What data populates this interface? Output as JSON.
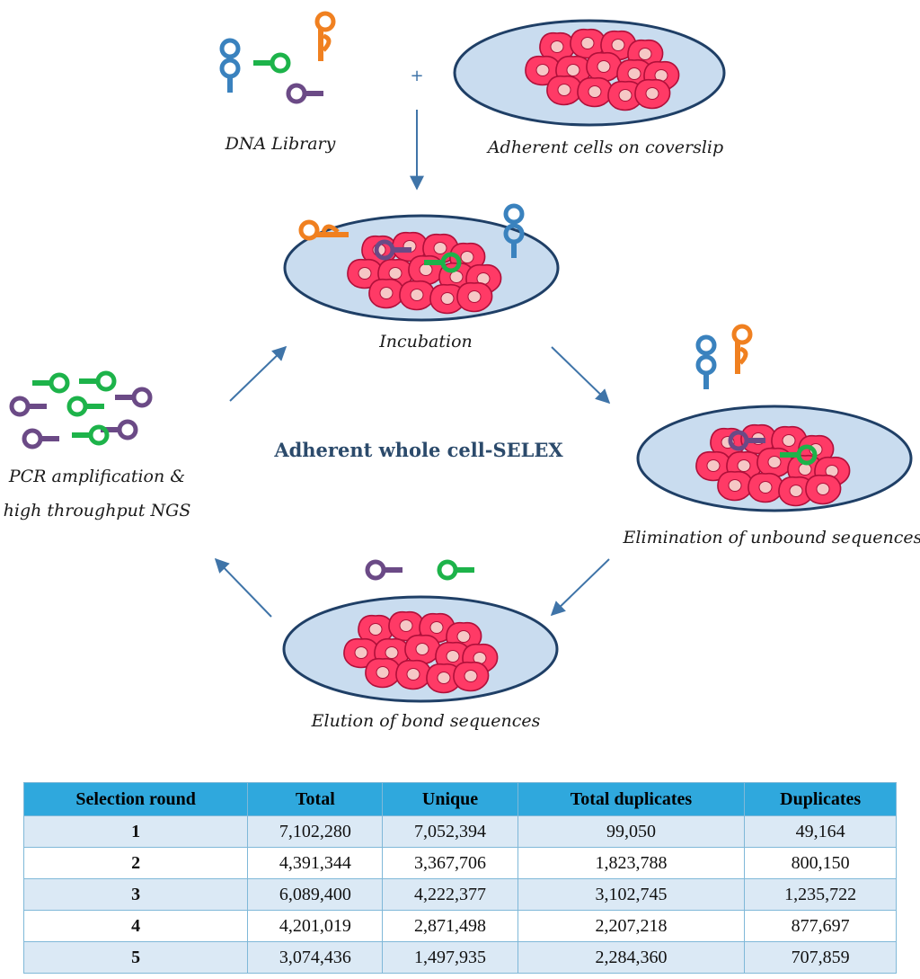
{
  "captions": {
    "dna_library": "DNA Library",
    "adherent_cells": "Adherent cells on coverslip",
    "incubation": "Incubation",
    "elimination": "Elimination of unbound sequences",
    "elution": "Elution of bond sequences",
    "pcr_line1": "PCR amplification &",
    "pcr_line2": "high throughput NGS",
    "plus": "+",
    "center_title": "Adherent whole cell-SELEX"
  },
  "colors": {
    "aptamer_blue": "#3a82be",
    "aptamer_green": "#1db34a",
    "aptamer_orange": "#f08020",
    "aptamer_purple": "#6b4a86",
    "cell_fill": "#ff3a66",
    "nucleus": "#f6c8c6",
    "dish": "#c9dcef",
    "arrow": "#3f74a8",
    "table_header": "#2fa8dd",
    "table_stripe": "#dbe9f5"
  },
  "table": {
    "headers": [
      "Selection round",
      "Total",
      "Unique",
      "Total duplicates",
      "Duplicates"
    ],
    "rows": [
      [
        "1",
        "7,102,280",
        "7,052,394",
        "99,050",
        "49,164"
      ],
      [
        "2",
        "4,391,344",
        "3,367,706",
        "1,823,788",
        "800,150"
      ],
      [
        "3",
        "6,089,400",
        "4,222,377",
        "3,102,745",
        "1,235,722"
      ],
      [
        "4",
        "4,201,019",
        "2,871,498",
        "2,207,218",
        "877,697"
      ],
      [
        "5",
        "3,074,436",
        "1,497,935",
        "2,284,360",
        "707,859"
      ]
    ]
  }
}
